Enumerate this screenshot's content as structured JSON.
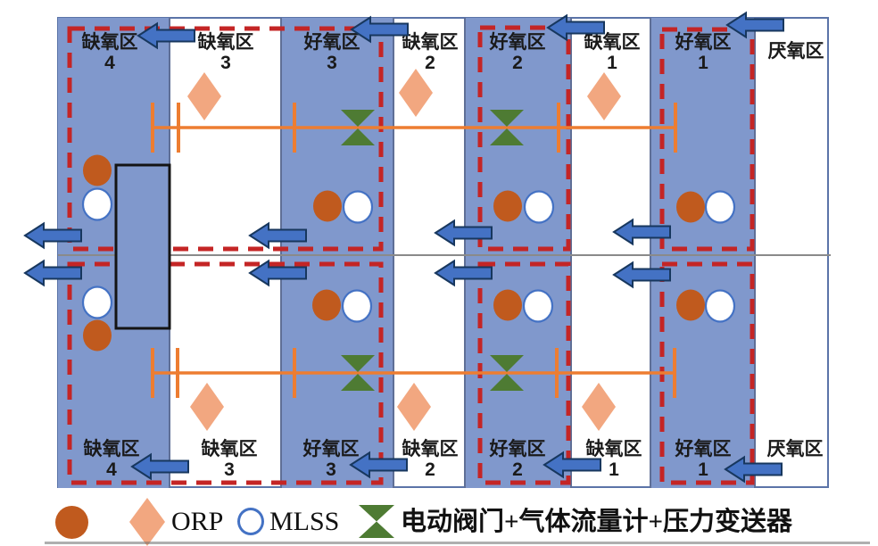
{
  "zones": [
    {
      "name": "缺氧区",
      "num": "4"
    },
    {
      "name": "缺氧区",
      "num": "3"
    },
    {
      "name": "好氧区",
      "num": "3"
    },
    {
      "name": "缺氧区",
      "num": "2"
    },
    {
      "name": "好氧区",
      "num": "2"
    },
    {
      "name": "缺氧区",
      "num": "1"
    },
    {
      "name": "好氧区",
      "num": "1"
    },
    {
      "name": "厌氧区",
      "num": ""
    }
  ],
  "legend": {
    "orp_label": "ORP",
    "mlss_label": "MLSS",
    "valve_label": "电动阀门+气体流量计+压力变送器"
  },
  "colors": {
    "band-blue": "#8098cc",
    "arrow-blue": "#4472c4",
    "arrow-stroke": "#17375e",
    "dash-red": "#c42525",
    "sensor-brown": "#c05a1e",
    "orp-peach": "#f2a780",
    "valve-green": "#4e7b33",
    "pipe-orange": "#ed7d31",
    "divider-gray": "#5f6f96",
    "border-blue": "#5b74a8",
    "center-gray": "#8a8a8a",
    "text-black": "#1a1a1a"
  }
}
